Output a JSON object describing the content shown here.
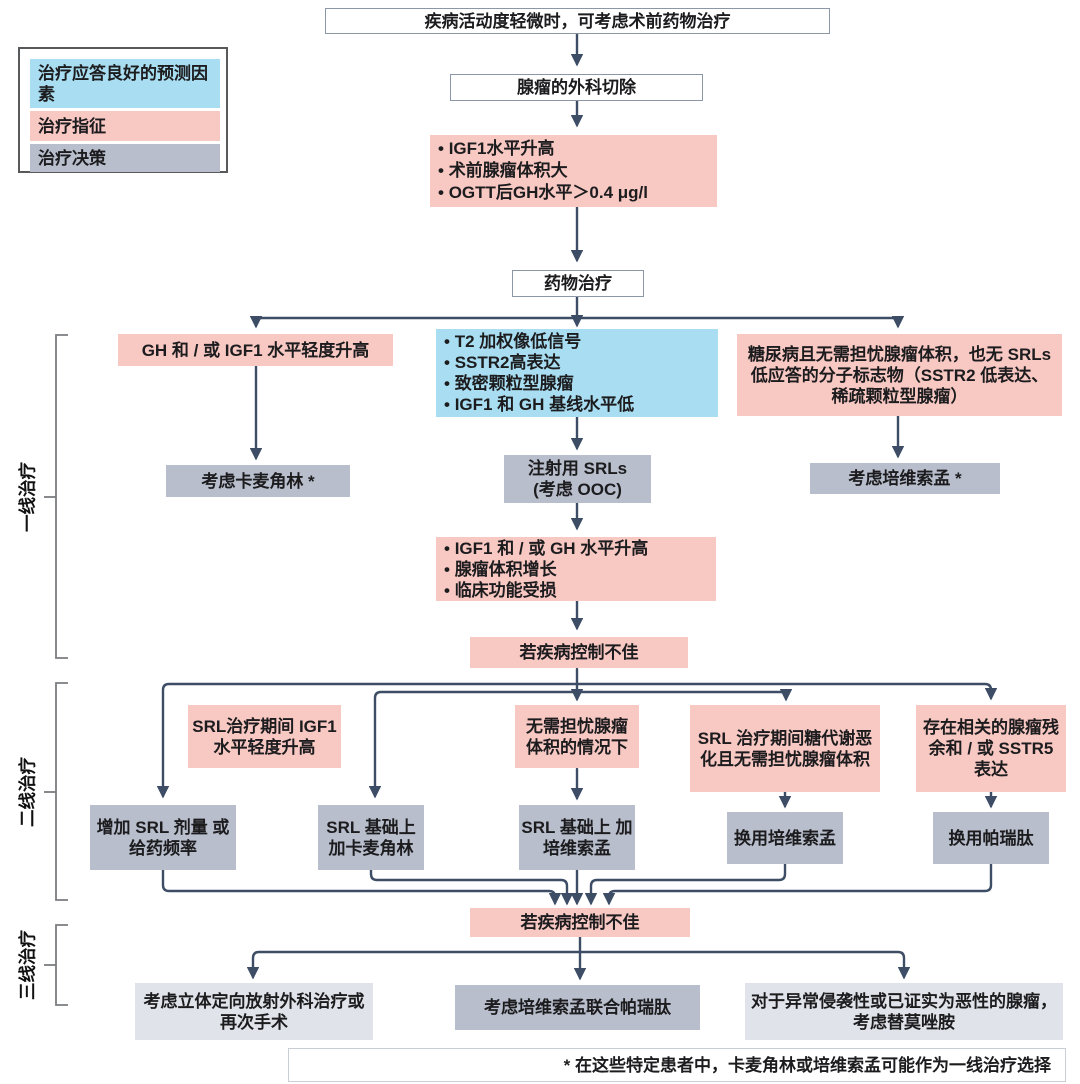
{
  "legend": {
    "items": [
      {
        "label": "治疗应答良好的预测因素",
        "type": "predictor"
      },
      {
        "label": "治疗指征",
        "type": "indication"
      },
      {
        "label": "治疗决策",
        "type": "decision"
      }
    ]
  },
  "side_labels": {
    "first_line": "一线治疗",
    "second_line": "二线治疗",
    "third_line": "三线治疗"
  },
  "nodes": {
    "preop_note": "疾病活动度轻微时，可考虑术前药物治疗",
    "surgery": "腺瘤的外科切除",
    "surgery_indications": {
      "items": [
        "IGF1水平升高",
        "术前腺瘤体积大",
        "OGTT后GH水平＞0.4 μg/l"
      ]
    },
    "drug_therapy": "药物治疗",
    "mild_gh_igf1": "GH 和 / 或 IGF1 水平轻度升高",
    "srl_predictors": {
      "items": [
        "T2 加权像低信号",
        "SSTR2高表达",
        "致密颗粒型腺瘤",
        "IGF1 和 GH 基线水平低"
      ]
    },
    "pegvisomant_condition": "糖尿病且无需担忧腺瘤体积，也无 SRLs 低应答的分子标志物（SSTR2 低表达、稀疏颗粒型腺瘤）",
    "cabergoline": "考虑卡麦角林 *",
    "srls": {
      "line1": "注射用 SRLs",
      "line2": "(考虑 OOC)"
    },
    "pegvisomant_first": "考虑培维索孟 *",
    "srl_failure_indications": {
      "items": [
        "IGF1 和 / 或 GH 水平升高",
        "腺瘤体积增长",
        "临床功能受损"
      ]
    },
    "poor_control_1": "若疾病控制不佳",
    "cond_igf1_mild": "SRL治疗期间 IGF1 水平轻度升高",
    "cond_no_tumor_concern": "无需担忧腺瘤 体积的情况下",
    "cond_glucose": "SRL 治疗期间糖代谢恶化且无需担忧腺瘤体积",
    "cond_residual_sstr5": "存在相关的腺瘤残余和 / 或 SSTR5 表达",
    "increase_srl": "增加 SRL 剂量 或给药频率",
    "add_cabergoline": "SRL 基础上 加卡麦角林",
    "add_pegvisomant": "SRL 基础上 加培维索孟",
    "switch_pegvisomant": "换用培维索孟",
    "switch_pasireotide": "换用帕瑞肽",
    "poor_control_2": "若疾病控制不佳",
    "radiosurgery": "考虑立体定向放射外科治疗或再次手术",
    "pegv_pasireotide_combo": "考虑培维索孟联合帕瑞肽",
    "temozolomide": "对于异常侵袭性或已证实为恶性的腺瘤，考虑替莫唑胺"
  },
  "footnote": "* 在这些特定患者中，卡麦角林或培维索孟可能作为一线治疗选择",
  "colors": {
    "predictor_blue": "#a9def2",
    "indication_pink": "#f8c8c3",
    "decision_gray": "#b8becc",
    "decision_light_gray": "#e0e3e9",
    "connector": "#3d4d66",
    "outline_border": "#8b97a6"
  }
}
